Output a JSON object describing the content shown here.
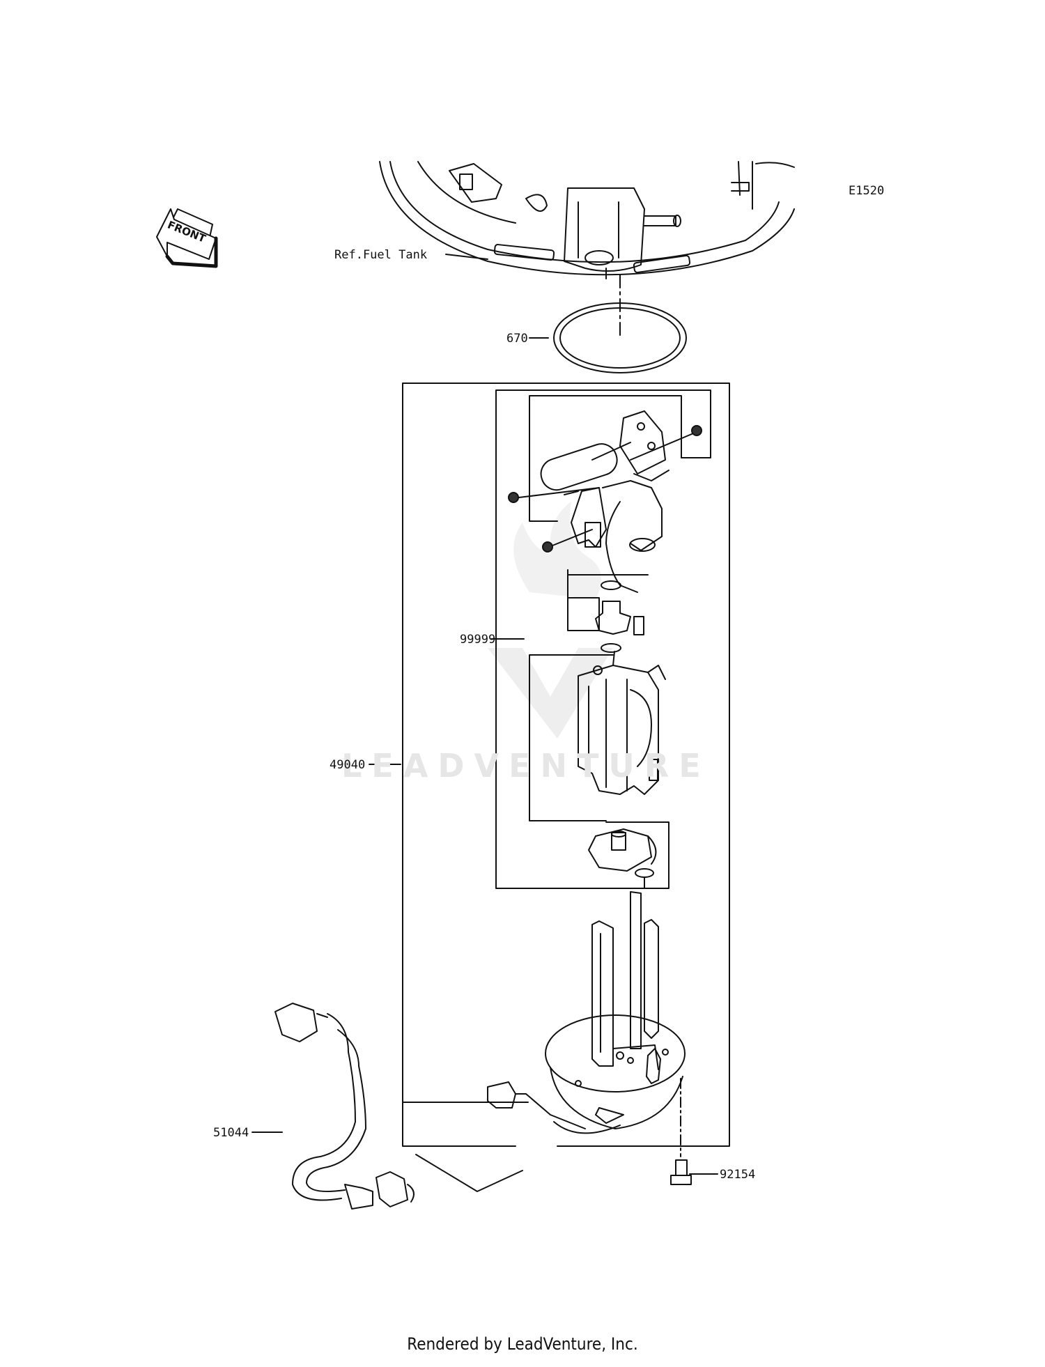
{
  "diagram_code": "E1520",
  "orientation_label": "FRONT",
  "reference": "Ref.Fuel Tank",
  "watermark": "LEADVENTURE",
  "callouts": {
    "o_ring": "670",
    "fuel_pump_assembly": "49040",
    "pump_subassembly": "99999",
    "harness": "51044",
    "bolt": "92154"
  },
  "footer": "Rendered by LeadVenture, Inc."
}
